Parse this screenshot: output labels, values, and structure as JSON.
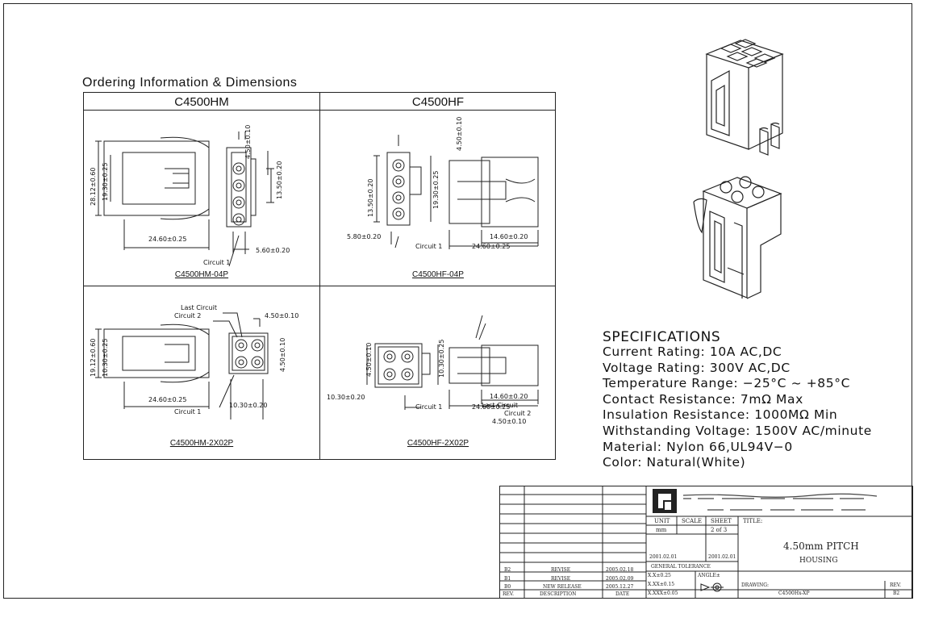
{
  "ordering": {
    "title": "Ordering Information & Dimensions",
    "col_hm": "C4500HM",
    "col_hf": "C4500HF",
    "parts": {
      "hm04": "C4500HM-04P",
      "hf04": "C4500HF-04P",
      "hm2x02": "C4500HM-2X02P",
      "hf2x02": "C4500HF-2X02P"
    },
    "dims": {
      "d_450": "4.50±0.10",
      "d_2812": "28.12±0.60",
      "d_1930": "19.30±0.25",
      "d_1350": "13.50±0.20",
      "d_2460": "24.60±0.25",
      "d_560": "5.60±0.20",
      "d_580": "5.80±0.20",
      "d_1460": "14.60±0.20",
      "d_1912": "19.12±0.60",
      "d_1030": "10.30±0.25",
      "d_1030b": "10.30±0.20",
      "circuit1": "Circuit 1",
      "circuit2": "Circuit 2",
      "last_circuit": "Last Circuit"
    }
  },
  "specs": {
    "title": "SPECIFICATIONS",
    "lines": [
      "Current Rating: 10A AC,DC",
      "Voltage Rating: 300V AC,DC",
      "Temperature Range: −25°C ~ +85°C",
      "Contact Resistance: 7mΩ Max",
      "Insulation Resistance: 1000MΩ Min",
      "Withstanding Voltage: 1500V AC/minute",
      "Material: Nylon 66,UL94V−0",
      "Color: Natural(White)"
    ]
  },
  "titleblock": {
    "unit_label": "UNIT",
    "scale_label": "SCALE",
    "sheet_label": "SHEET",
    "title_label": "TITLE:",
    "unit_value": "mm",
    "sheet_value": "2 of 3",
    "drawing_title": "4.50mm PITCH",
    "drawing_subtitle": "HOUSING",
    "date1": "2001.02.01",
    "date2": "2001.02.01",
    "general_tolerance": "GENERAL TOLERANCE",
    "tol1": "X.X±0.25",
    "tol2": "X.XX±0.15",
    "tol3": "X.XXX±0.05",
    "angle": "ANGLE±",
    "drawing_no_label": "DRAWING:",
    "drawing_no": "C4500Hx-XP",
    "rev_label": "REV.",
    "rev_value": "B2",
    "rev_header": "REV.",
    "descr_header": "DESCRIPTION",
    "date_header": "DATE",
    "rows": [
      {
        "rev": "B2",
        "desc": "REVISE",
        "date": "2005.02.18"
      },
      {
        "rev": "B1",
        "desc": "REVISE",
        "date": "2005.02.09"
      },
      {
        "rev": "B0",
        "desc": "NEW RELEASE",
        "date": "2005.12.27"
      }
    ]
  }
}
